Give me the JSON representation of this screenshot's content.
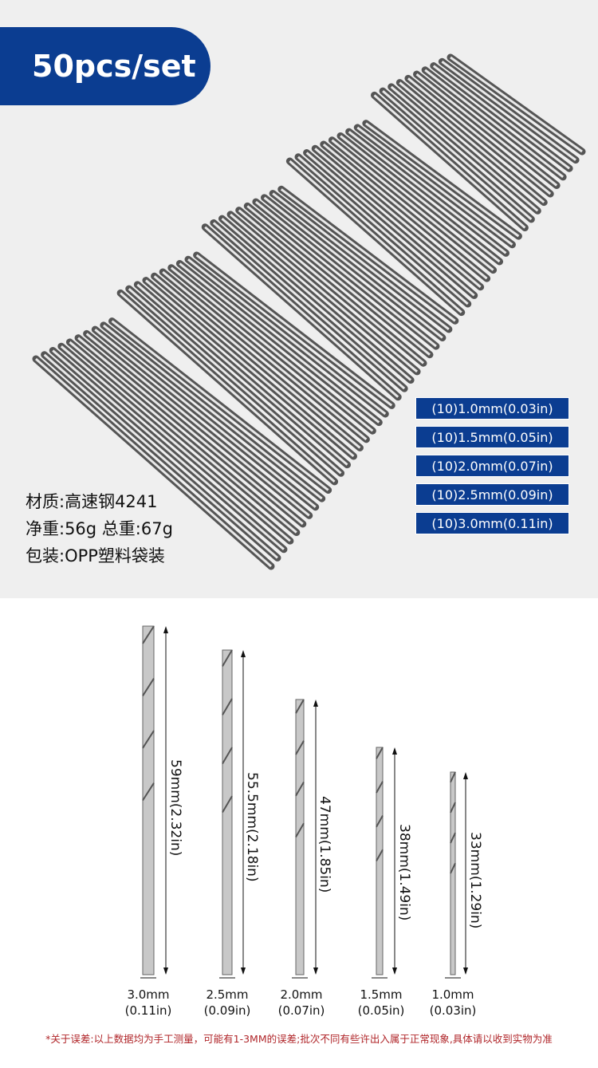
{
  "badge": "50pcs/set",
  "specs": [
    "材质:高速钢4241",
    "净重:56g 总重:67g",
    "包装:OPP塑料袋装"
  ],
  "sizes": [
    "(10)1.0mm(0.03in)",
    "(10)1.5mm(0.05in)",
    "(10)2.0mm(0.07in)",
    "(10)2.5mm(0.09in)",
    "(10)3.0mm(0.11in)"
  ],
  "drills": [
    {
      "length": "59mm(2.32in)",
      "dia": "3.0mm",
      "dia_in": "(0.11in)"
    },
    {
      "length": "55.5mm(2.18in)",
      "dia": "2.5mm",
      "dia_in": "(0.09in)"
    },
    {
      "length": "47mm(1.85in)",
      "dia": "2.0mm",
      "dia_in": "(0.07in)"
    },
    {
      "length": "38mm(1.49in)",
      "dia": "1.5mm",
      "dia_in": "(0.05in)"
    },
    {
      "length": "33mm(1.29in)",
      "dia": "1.0mm",
      "dia_in": "(0.03in)"
    }
  ],
  "note": "*关于误差:以上数据均为手工测量，可能有1-3MM的误差;批次不同有些许出入属于正常现象,具体请以收到实物为准",
  "colors": {
    "brand": "#0b3d91",
    "note": "#b0262a"
  }
}
